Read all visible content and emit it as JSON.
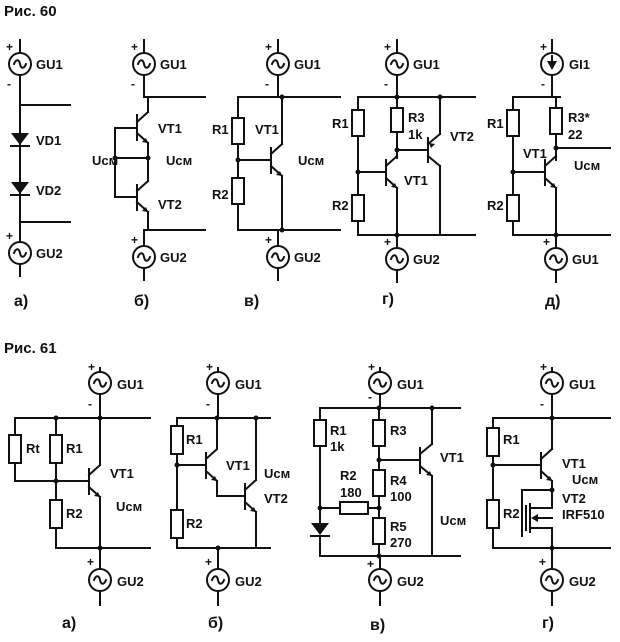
{
  "figures": [
    {
      "title": "Рис. 60",
      "variants": [
        {
          "letter": "а)",
          "labels": [
            "GU1",
            "VD1",
            "VD2",
            "GU2"
          ]
        },
        {
          "letter": "б)",
          "labels": [
            "GU1",
            "VT1",
            "Uсм",
            "VT2",
            "GU2"
          ]
        },
        {
          "letter": "в)",
          "labels": [
            "GU1",
            "R1",
            "VT1",
            "Uсм",
            "R2",
            "GU2"
          ]
        },
        {
          "letter": "г)",
          "labels": [
            "GU1",
            "R1",
            "R3",
            "1k",
            "VT2",
            "VT1",
            "R2",
            "GU2"
          ]
        },
        {
          "letter": "д)",
          "labels": [
            "GI1",
            "R1",
            "R3*",
            "22",
            "VT1",
            "Uсм",
            "R2",
            "GU1"
          ]
        }
      ]
    },
    {
      "title": "Рис. 61",
      "variants": [
        {
          "letter": "а)",
          "labels": [
            "GU1",
            "Rt",
            "R1",
            "VT1",
            "Uсм",
            "R2",
            "GU2"
          ]
        },
        {
          "letter": "б)",
          "labels": [
            "GU1",
            "R1",
            "VT1",
            "Uсм",
            "VT2",
            "R2",
            "GU2"
          ]
        },
        {
          "letter": "в)",
          "labels": [
            "GU1",
            "R1",
            "1k",
            "R3",
            "VT1",
            "R2",
            "180",
            "R4",
            "100",
            "Uсм",
            "R5",
            "270",
            "GU2"
          ]
        },
        {
          "letter": "г)",
          "labels": [
            "GU1",
            "R1",
            "VT1",
            "Uсм",
            "VT2",
            "IRF510",
            "R2",
            "GU2"
          ]
        }
      ]
    }
  ],
  "polarity": {
    "plus": "+",
    "minus": "-"
  }
}
